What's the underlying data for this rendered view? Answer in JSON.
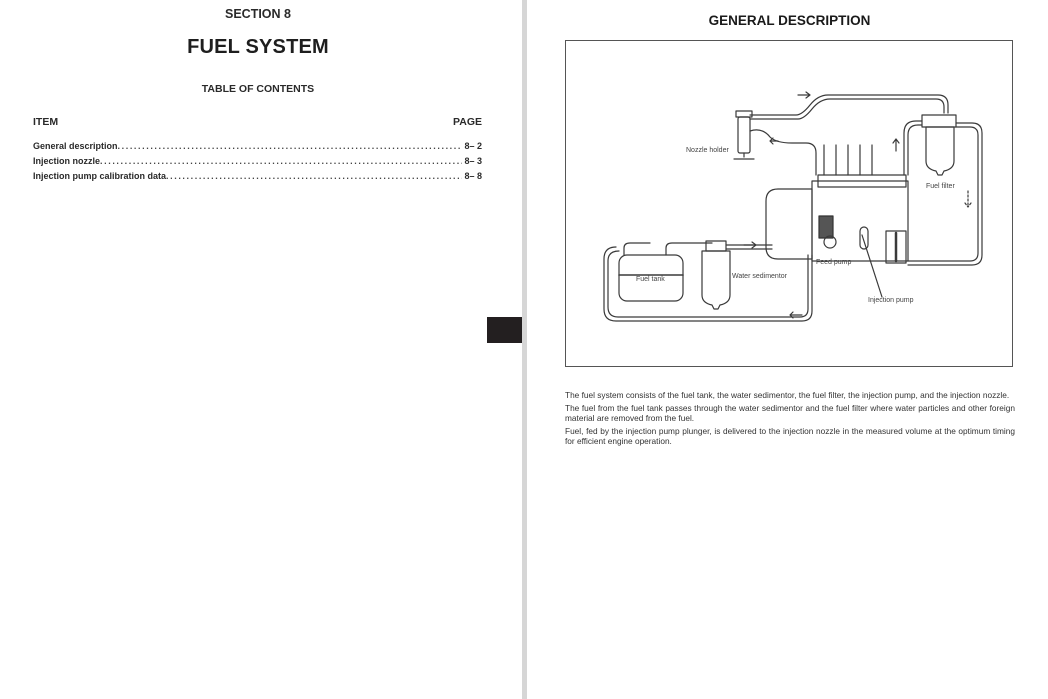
{
  "left_page": {
    "section_label": "SECTION 8",
    "title": "FUEL SYSTEM",
    "toc_title": "TABLE OF CONTENTS",
    "toc_header": {
      "item": "ITEM",
      "page": "PAGE"
    },
    "toc_entries": [
      {
        "label": "General description",
        "page": "8– 2"
      },
      {
        "label": "Injection nozzle",
        "page": "8– 3"
      },
      {
        "label": "Injection pump calibration data",
        "page": "8– 8"
      }
    ]
  },
  "right_page": {
    "title": "GENERAL DESCRIPTION",
    "figure": {
      "labels": {
        "nozzle_holder": "Nozzle holder",
        "fuel_filter": "Fuel filter",
        "fuel_tank": "Fuel tank",
        "water_sedimentor": "Water sedimentor",
        "feed_pump": "Feed pump",
        "injection_pump": "Injection pump"
      }
    },
    "paragraphs": [
      "The fuel system consists of the fuel tank, the water sedimentor, the fuel filter, the injection pump, and the injection nozzle.",
      "The fuel from the fuel tank passes through the water sedimentor and the fuel filter where water particles and other foreign material are removed from the fuel.",
      "Fuel, fed by the injection pump plunger, is delivered to the injection nozzle in the measured volume at the optimum timing for efficient engine operation."
    ]
  }
}
